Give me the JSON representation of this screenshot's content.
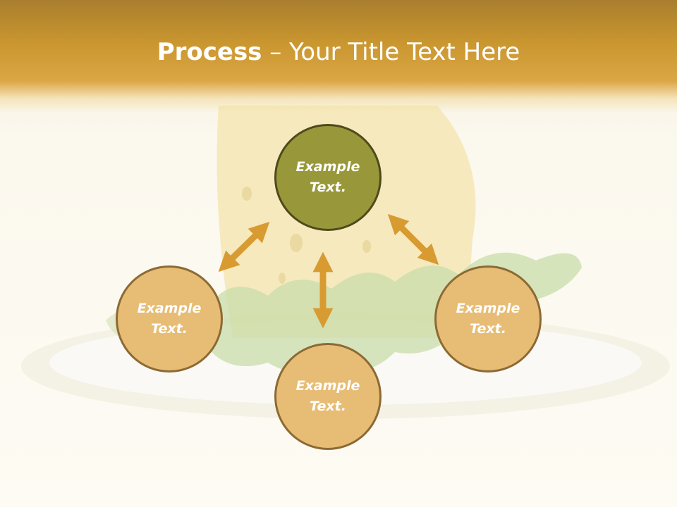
{
  "header": {
    "title_bold": "Process",
    "title_rest": " – Your Title Text Here"
  },
  "diagram": {
    "center": {
      "text": "Example Text."
    },
    "left": {
      "text": "Example Text."
    },
    "right": {
      "text": "Example Text."
    },
    "bottom": {
      "text": "Example Text."
    }
  },
  "colors": {
    "header": "#d8a443",
    "center_circle": "#98983a",
    "side_circle": "#e7bc74",
    "arrow": "#d79b32"
  }
}
